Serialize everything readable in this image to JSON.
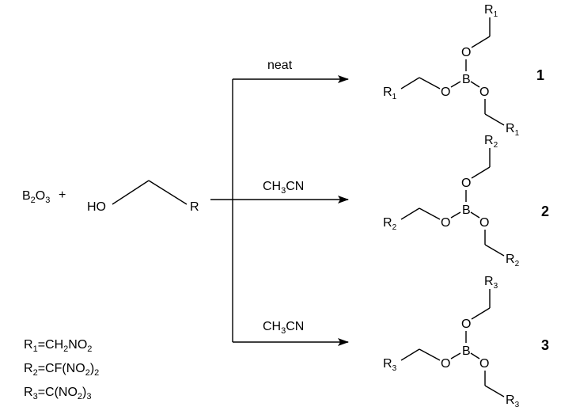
{
  "reactants": {
    "b2o3": {
      "main": "B",
      "sub1": "2",
      "mid": "O",
      "sub2": "3"
    },
    "plus": "+",
    "alcohol": {
      "ho": "HO",
      "r": "R"
    }
  },
  "arrows": [
    {
      "condition": "neat"
    },
    {
      "condition_parts": [
        "CH",
        "3",
        "CN"
      ]
    },
    {
      "condition_parts": [
        "CH",
        "3",
        "CN"
      ]
    }
  ],
  "products": [
    {
      "number": "1",
      "r_sub": "1",
      "b": "B",
      "o": "O",
      "r": "R"
    },
    {
      "number": "2",
      "r_sub": "2",
      "b": "B",
      "o": "O",
      "r": "R"
    },
    {
      "number": "3",
      "r_sub": "3",
      "b": "B",
      "o": "O",
      "r": "R"
    }
  ],
  "definitions": [
    {
      "r": "R",
      "rsub": "1",
      "eq": "=CH",
      "s1": "2",
      "mid": "NO",
      "s2": "2",
      "tail": "",
      "s3": ""
    },
    {
      "r": "R",
      "rsub": "2",
      "eq": "=CF(NO",
      "s1": "2",
      "mid": ")",
      "s2": "2",
      "tail": "",
      "s3": ""
    },
    {
      "r": "R",
      "rsub": "3",
      "eq": "=C(NO",
      "s1": "2",
      "mid": ")",
      "s2": "3",
      "tail": "",
      "s3": ""
    }
  ]
}
